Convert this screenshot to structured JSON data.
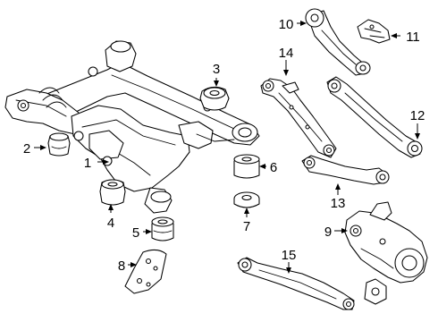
{
  "callouts": [
    {
      "id": "c1",
      "number": "1"
    },
    {
      "id": "c2",
      "number": "2"
    },
    {
      "id": "c3",
      "number": "3"
    },
    {
      "id": "c4",
      "number": "4"
    },
    {
      "id": "c5",
      "number": "5"
    },
    {
      "id": "c6",
      "number": "6"
    },
    {
      "id": "c7",
      "number": "7"
    },
    {
      "id": "c8",
      "number": "8"
    },
    {
      "id": "c9",
      "number": "9"
    },
    {
      "id": "c10",
      "number": "10"
    },
    {
      "id": "c11",
      "number": "11"
    },
    {
      "id": "c12",
      "number": "12"
    },
    {
      "id": "c13",
      "number": "13"
    },
    {
      "id": "c14",
      "number": "14"
    },
    {
      "id": "c15",
      "number": "15"
    }
  ]
}
